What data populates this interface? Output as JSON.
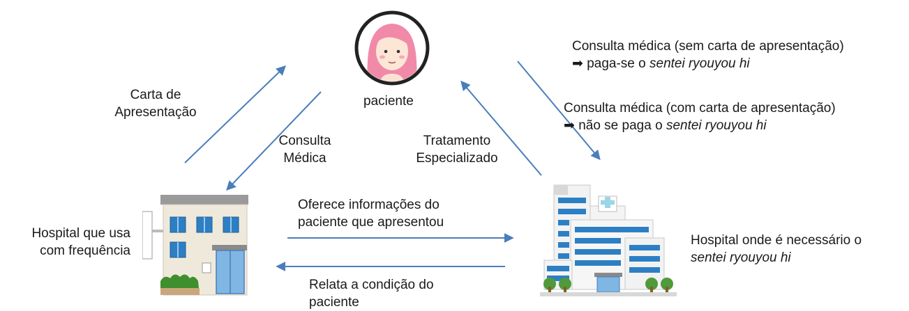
{
  "colors": {
    "arrow": "#4a7ebb",
    "accent_pink": "#f08aa8",
    "building_blue": "#2d7fc4"
  },
  "icons": {
    "patient": "patient-woman-icon",
    "clinic": "clinic-building-icon",
    "hospital": "large-hospital-building-icon"
  },
  "patient": {
    "label": "paciente"
  },
  "left_arrows": {
    "letter_line1": "Carta de",
    "letter_line2": "Apresentação",
    "consult_line1": "Consulta",
    "consult_line2": "Médica"
  },
  "middle_arrow": {
    "line1": "Tratamento",
    "line2": "Especializado"
  },
  "right_notes": {
    "note1_line1": "Consulta médica (sem carta de apresentação)",
    "note1_arrow": "➡",
    "note1_prefix": "paga-se o",
    "note1_term": "sentei ryouyou hi",
    "note2_line1": "Consulta médica (com carta de apresentação)",
    "note2_arrow": "➡",
    "note2_prefix": "não se paga o",
    "note2_term": "sentei ryouyou hi"
  },
  "clinic": {
    "line1": "Hospital que usa",
    "line2": "com frequência"
  },
  "hospital": {
    "line1": "Hospital onde é necessário o",
    "line2": "sentei ryouyou hi"
  },
  "bottom_arrows": {
    "offer_line1": "Oferece informações do",
    "offer_line2": "paciente que apresentou",
    "report_line1": "Relata a condição do",
    "report_line2": "paciente"
  }
}
